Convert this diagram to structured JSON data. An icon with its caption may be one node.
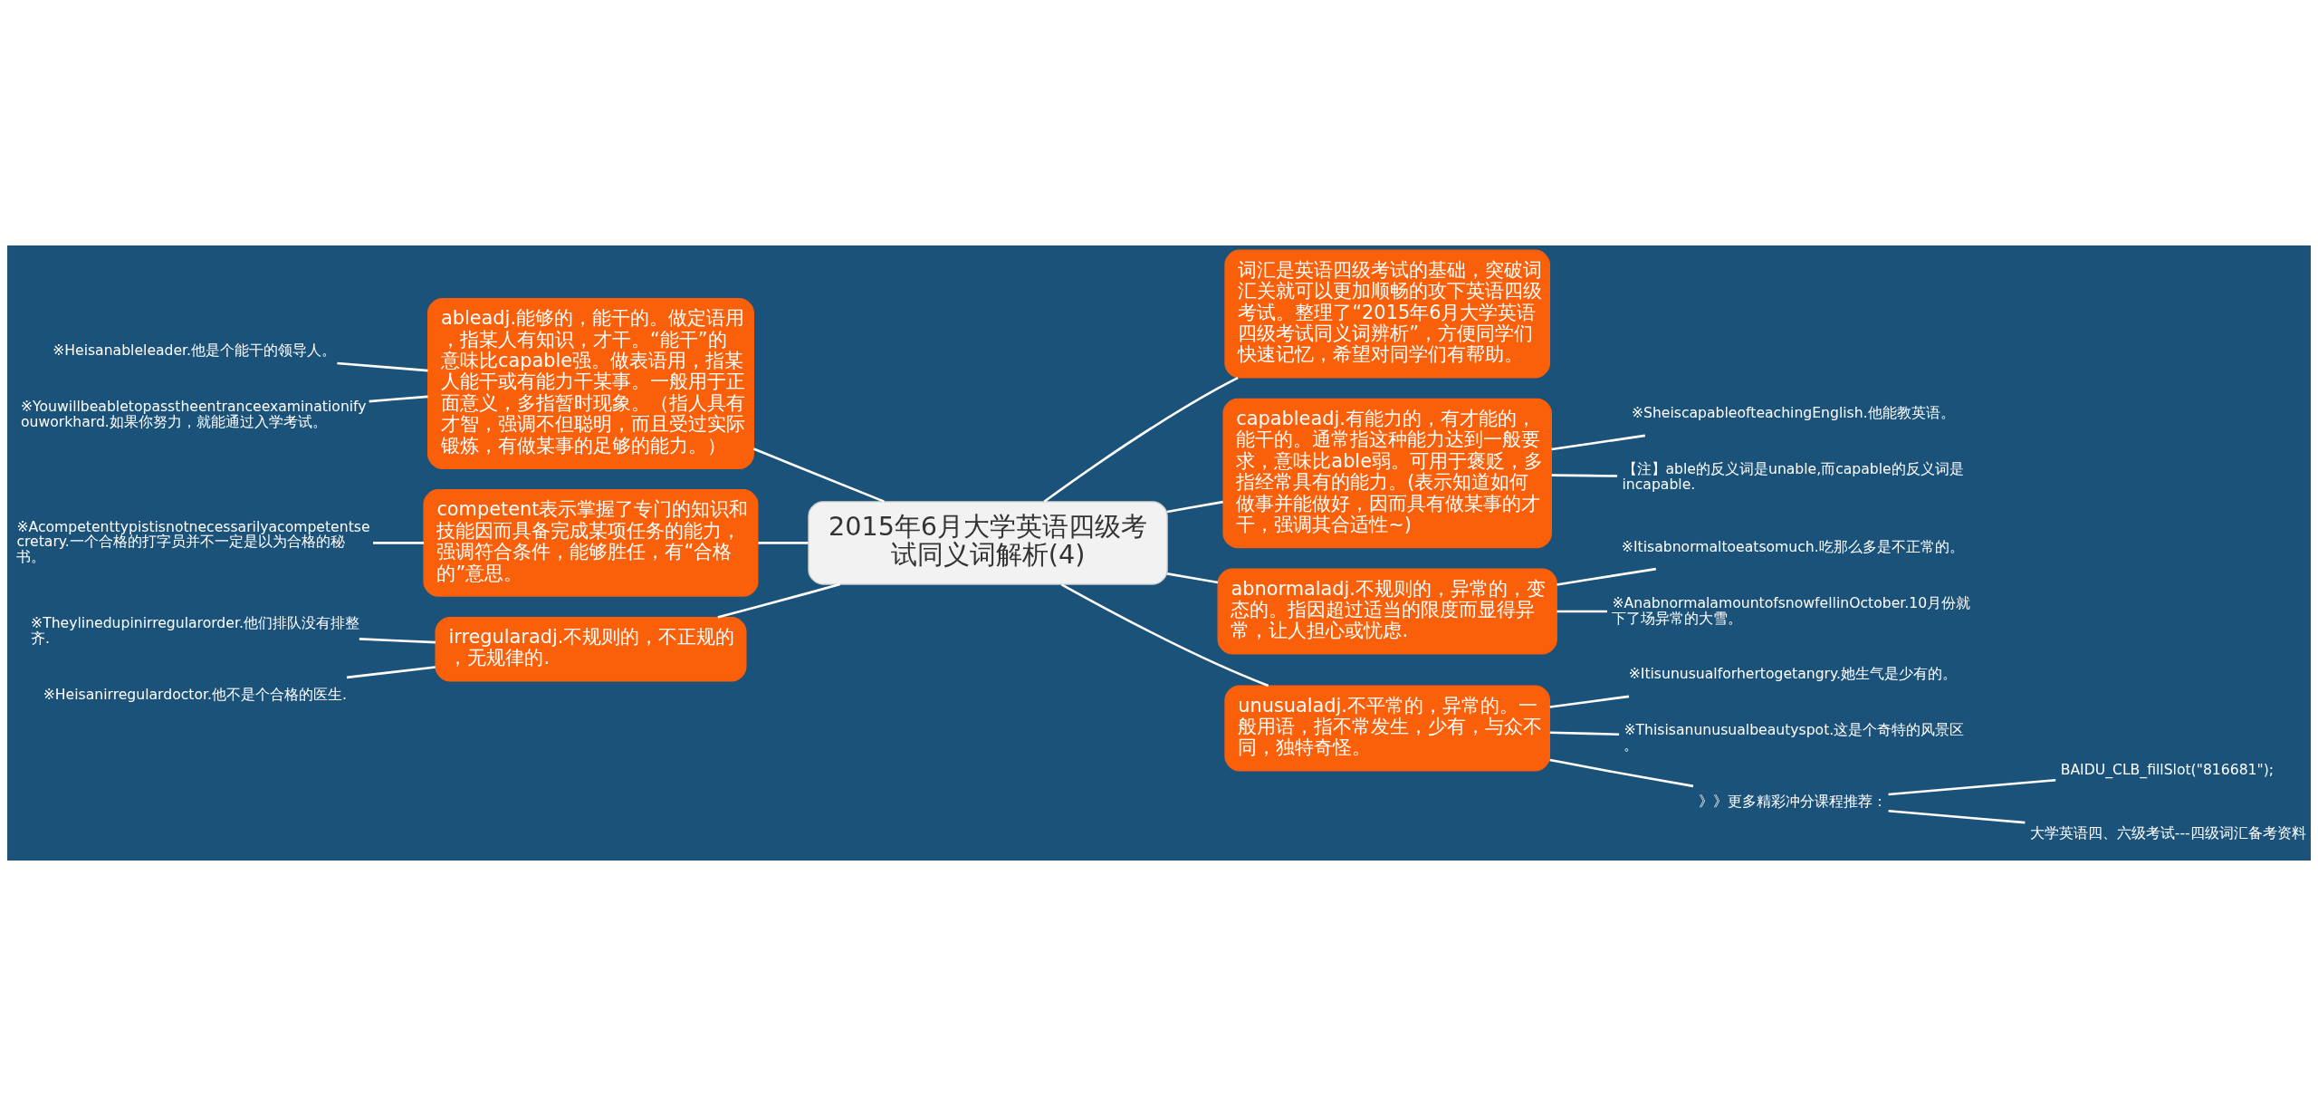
{
  "diagram": {
    "nodes": [
      {
        "text": [
          "2015年6月大学英语四级考试同义词解析(4)"
        ]
      },
      {
        "text": [
          "ableadj.能够的，能干的。做定语用，指某人有知识，才干。“能干”的意味比capable强。做表语用，指某人能干或有能力干某事。一般用于正面意义，多指暂时现象。（指人具有才智，强调不但聪明，而且受过实际锻炼，有做某事的足够的能力。）"
        ]
      },
      {
        "text": [
          "※Heisanableleader.他是个能干的领导人。"
        ]
      },
      {
        "text": [
          "※Youwillbeabletopasstheentranceexaminationifyouworkhard.如果你努力，就能通过入学考试。"
        ]
      },
      {
        "text": [
          "competent表示掌握了专门的知识和技能因而具备完成某项任务的能力，强调符合条件，能够胜任，有“合格的”意思。"
        ]
      },
      {
        "text": [
          "※Acompetenttypistisnotnecessarilyacompetentsecretary.一个合格的打字员并不一定是以为合格的秘书。"
        ]
      },
      {
        "text": [
          "irregularadj.不规则的，不正规的，无规律的."
        ]
      },
      {
        "text": [
          "※Theylinedupinirregularorder.他们排队没有排整齐."
        ]
      },
      {
        "text": [
          "※Heisanirregulardoctor.他不是个合格的医生."
        ]
      },
      {
        "text": [
          "词汇是英语四级考试的基础，突破词汇关就可以更加顺畅的攻下英语四级考试。整理了“2015年6月大学英语四级考试同义词辨析”，方便同学们快速记忆，希望对同学们有帮助。"
        ]
      },
      {
        "text": [
          "capableadj.有能力的，有才能的，能干的。通常指这种能力达到一般要求，意味比able弱。可用于褒贬，多指经常具有的能力。(表示知道如何做事并能做好，因而具有做某事的才干，强调其合适性~)"
        ]
      },
      {
        "text": [
          "※SheiscapableofteachingEnglish.他能教英语。"
        ]
      },
      {
        "text": [
          "【注】able的反义词是unable,而capable的反义词是incapable."
        ]
      },
      {
        "text": [
          "abnormaladj.不规则的，异常的，变态的。指因超过适当的限度而显得异常，让人担心或忧虑."
        ]
      },
      {
        "text": [
          "※Itisabnormaltoeatsomuch.吃那么多是不正常的。"
        ]
      },
      {
        "text": [
          "※AnabnormalamountofsnowfellinOctober.10月份就下了场异常的大雪。"
        ]
      },
      {
        "text": [
          "unusualadj.不平常的，异常的。一般用语，指不常发生，少有，与众不同，独特奇怪。"
        ]
      },
      {
        "text": [
          "※Itisunusualforhertogetangry.她生气是少有的。"
        ]
      },
      {
        "text": [
          "※Thisisanunusualbeautyspot.这是个奇特的风景区。"
        ]
      },
      {
        "text": [
          "》》更多精彩冲分课程推荐："
        ]
      },
      {
        "text": [
          "BAIDU_CLB_fillSlot(\"816681\");"
        ]
      },
      {
        "text": [
          "大学英语四、六级考试---四级词汇备考资料"
        ]
      }
    ],
    "edges": [
      {
        "from": 0,
        "to": 1,
        "arrow": "none"
      },
      {
        "from": 1,
        "to": 2,
        "arrow": "none"
      },
      {
        "from": 1,
        "to": 3,
        "arrow": "none"
      },
      {
        "from": 0,
        "to": 4,
        "arrow": "none"
      },
      {
        "from": 4,
        "to": 5,
        "arrow": "none"
      },
      {
        "from": 0,
        "to": 6,
        "arrow": "none"
      },
      {
        "from": 6,
        "to": 7,
        "arrow": "none"
      },
      {
        "from": 6,
        "to": 8,
        "arrow": "none"
      },
      {
        "from": 0,
        "to": 9,
        "arrow": "none"
      },
      {
        "from": 0,
        "to": 10,
        "arrow": "none"
      },
      {
        "from": 10,
        "to": 11,
        "arrow": "none"
      },
      {
        "from": 10,
        "to": 12,
        "arrow": "none"
      },
      {
        "from": 0,
        "to": 13,
        "arrow": "none"
      },
      {
        "from": 13,
        "to": 14,
        "arrow": "none"
      },
      {
        "from": 13,
        "to": 15,
        "arrow": "none"
      },
      {
        "from": 0,
        "to": 16,
        "arrow": "none"
      },
      {
        "from": 16,
        "to": 17,
        "arrow": "none"
      },
      {
        "from": 16,
        "to": 18,
        "arrow": "none"
      },
      {
        "from": 16,
        "to": 19,
        "arrow": "none"
      },
      {
        "from": 19,
        "to": 20,
        "arrow": "none"
      },
      {
        "from": 19,
        "to": 21,
        "arrow": "none"
      }
    ]
  }
}
